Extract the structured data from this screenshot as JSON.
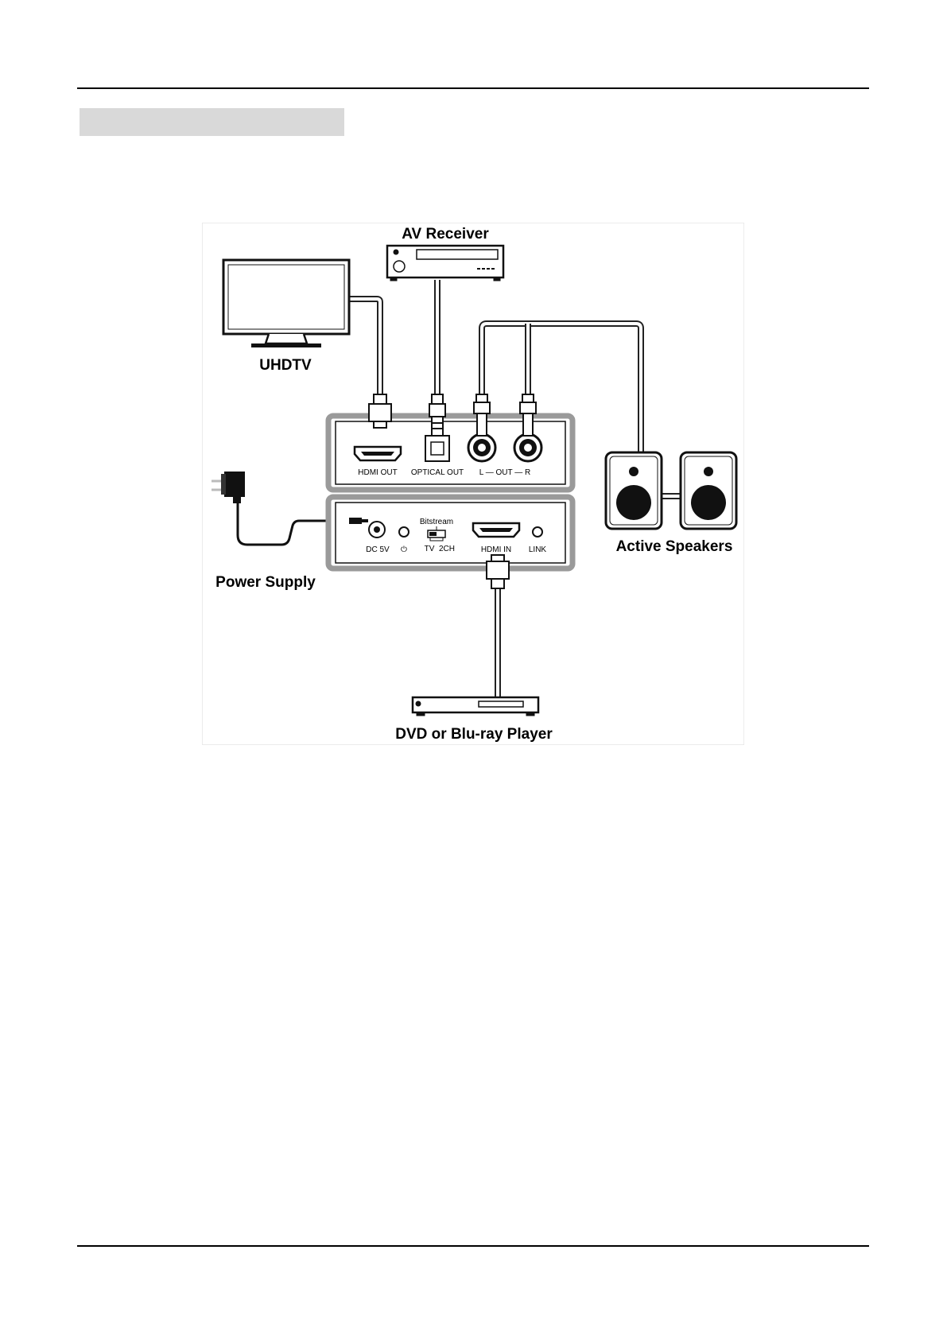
{
  "diagram": {
    "labels": {
      "av_receiver": "AV Receiver",
      "uhdtv": "UHDTV",
      "active_speakers": "Active Speakers",
      "power_supply": "Power Supply",
      "player": "DVD or Blu-ray Player"
    },
    "rear_panel_ports": {
      "hdmi_out": "HDMI OUT",
      "optical_out": "OPTICAL OUT",
      "analog_out": "L — OUT — R"
    },
    "front_panel_ports": {
      "dc": "DC 5V",
      "power_icon": "⏻",
      "switch_title": "Bitstream",
      "switch_tv": "TV",
      "switch_2ch": "2CH",
      "hdmi_in": "HDMI IN",
      "link": "LINK"
    }
  }
}
